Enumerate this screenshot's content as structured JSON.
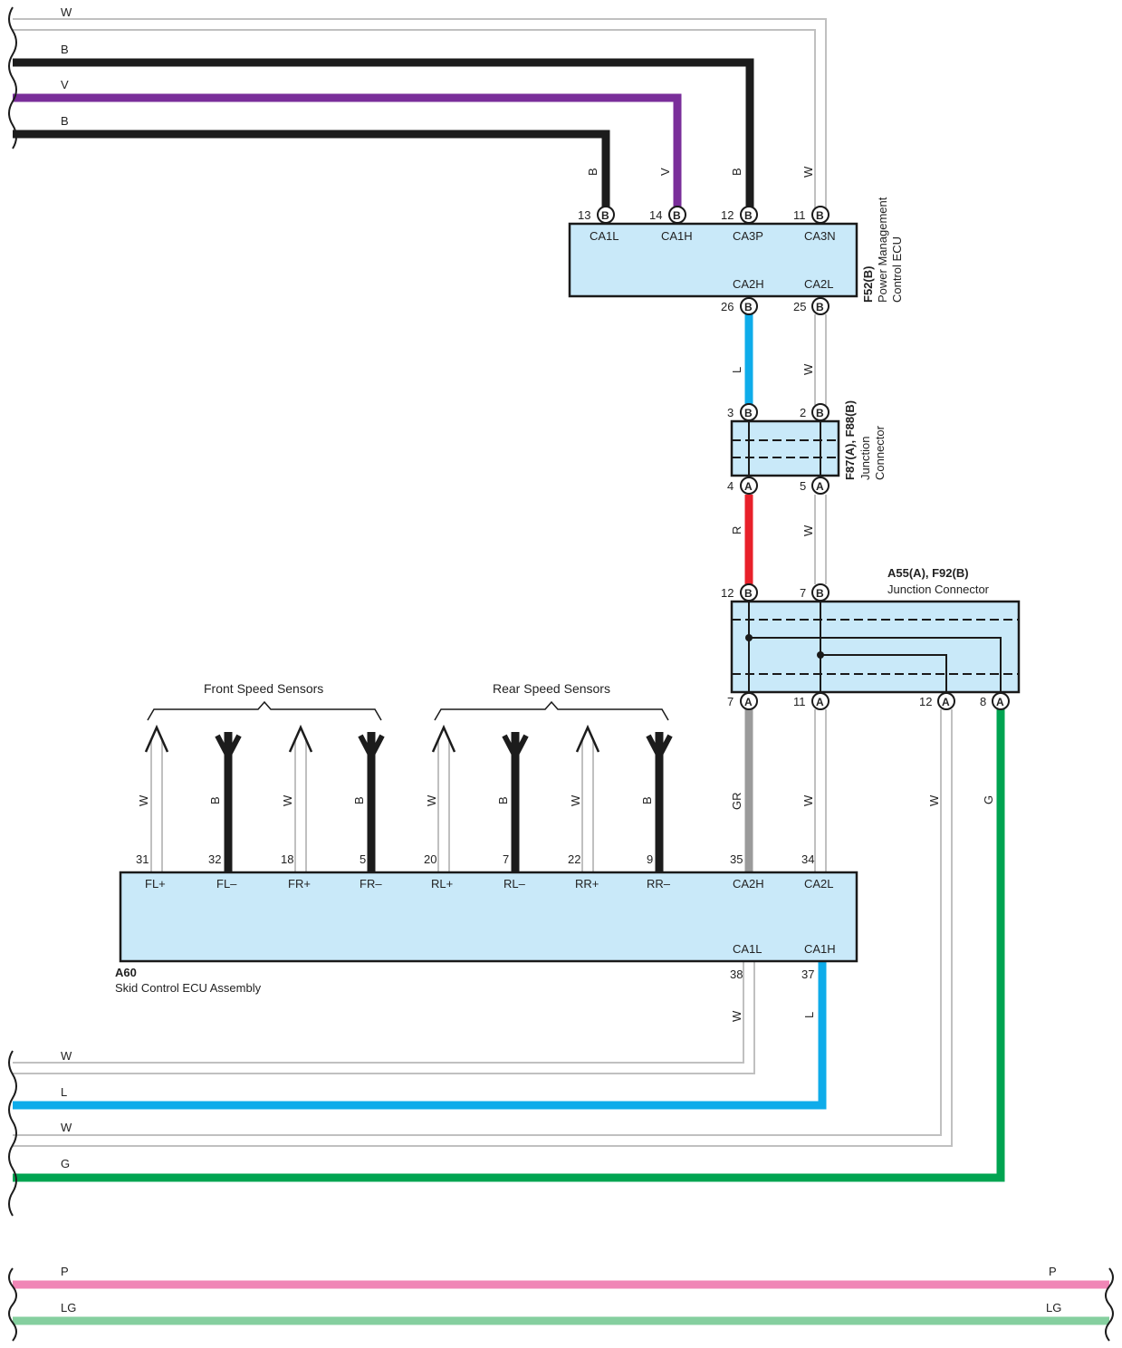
{
  "colors": {
    "W": "#c8c8c8",
    "B": "#1c1c1c",
    "V": "#7a2e9a",
    "L": "#0eacea",
    "R": "#e8202a",
    "GR": "#9b9b9b",
    "G": "#00a451",
    "P": "#f086b6",
    "LG": "#85cf9f",
    "box_fill": "#c9e9f9"
  },
  "left_wires_top": [
    "W",
    "B",
    "V",
    "B"
  ],
  "left_wires_bottom": [
    "W",
    "L",
    "W",
    "G"
  ],
  "bottom_wires": [
    {
      "left": "P",
      "right": "P"
    },
    {
      "left": "LG",
      "right": "LG"
    }
  ],
  "f52": {
    "id": "F52(B)",
    "desc_1": "Power Management",
    "desc_2": "Control ECU",
    "top_pins": [
      {
        "num": "13",
        "term": "B",
        "label": "CA1L",
        "wire": "B"
      },
      {
        "num": "14",
        "term": "B",
        "label": "CA1H",
        "wire": "V"
      },
      {
        "num": "12",
        "term": "B",
        "label": "CA3P",
        "wire": "B"
      },
      {
        "num": "11",
        "term": "B",
        "label": "CA3N",
        "wire": "W"
      }
    ],
    "bottom_pins": [
      {
        "num": "26",
        "term": "B",
        "label": "CA2H",
        "wire": "L"
      },
      {
        "num": "25",
        "term": "B",
        "label": "CA2L",
        "wire": "W"
      }
    ]
  },
  "f87": {
    "id": "F87(A), F88(B)",
    "desc_1": "Junction",
    "desc_2": "Connector",
    "top_pins": [
      {
        "num": "3",
        "term": "B"
      },
      {
        "num": "2",
        "term": "B"
      }
    ],
    "bottom_pins": [
      {
        "num": "4",
        "term": "A",
        "wire": "R"
      },
      {
        "num": "5",
        "term": "A",
        "wire": "W"
      }
    ]
  },
  "a55": {
    "id": "A55(A), F92(B)",
    "desc": "Junction Connector",
    "top_pins": [
      {
        "num": "12",
        "term": "B"
      },
      {
        "num": "7",
        "term": "B"
      }
    ],
    "bottom_pins": [
      {
        "num": "7",
        "term": "A",
        "wire": "GR"
      },
      {
        "num": "11",
        "term": "A",
        "wire": "W"
      },
      {
        "num": "12",
        "term": "A",
        "wire": "W"
      },
      {
        "num": "8",
        "term": "A",
        "wire": "G"
      }
    ]
  },
  "a60": {
    "id": "A60",
    "desc": "Skid Control ECU Assembly",
    "front_header": "Front Speed Sensors",
    "rear_header": "Rear Speed Sensors",
    "top_pins": [
      {
        "num": "31",
        "label": "FL+",
        "wire": "W"
      },
      {
        "num": "32",
        "label": "FL–",
        "wire": "B"
      },
      {
        "num": "18",
        "label": "FR+",
        "wire": "W"
      },
      {
        "num": "5",
        "label": "FR–",
        "wire": "B"
      },
      {
        "num": "20",
        "label": "RL+",
        "wire": "W"
      },
      {
        "num": "7",
        "label": "RL–",
        "wire": "B"
      },
      {
        "num": "22",
        "label": "RR+",
        "wire": "W"
      },
      {
        "num": "9",
        "label": "RR–",
        "wire": "B"
      },
      {
        "num": "35",
        "label": "CA2H",
        "wire": "GR"
      },
      {
        "num": "34",
        "label": "CA2L",
        "wire": "W"
      }
    ],
    "bottom_pins": [
      {
        "num": "38",
        "label": "CA1L",
        "wire": "W"
      },
      {
        "num": "37",
        "label": "CA1H",
        "wire": "L"
      }
    ]
  }
}
